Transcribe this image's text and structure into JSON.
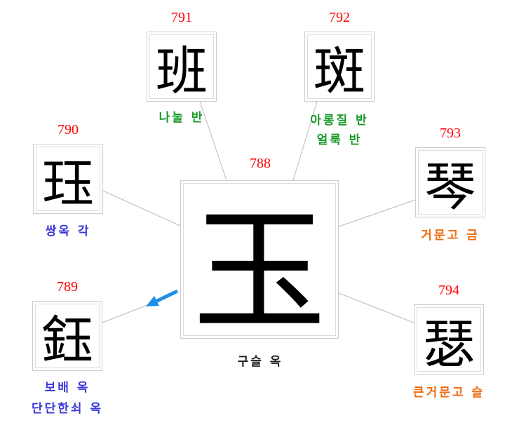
{
  "center": {
    "number": "788",
    "char": "玉",
    "meaning": "구슬 옥"
  },
  "nodes": [
    {
      "id": "n791",
      "number": "791",
      "char": "班",
      "meanings": [
        "나눌 반"
      ],
      "color": "#1a9a2a"
    },
    {
      "id": "n792",
      "number": "792",
      "char": "斑",
      "meanings": [
        "아롱질 반",
        "얼룩 반"
      ],
      "color": "#1a9a2a"
    },
    {
      "id": "n790",
      "number": "790",
      "char": "珏",
      "meanings": [
        "쌍옥 각"
      ],
      "color": "#3a3ad8"
    },
    {
      "id": "n793",
      "number": "793",
      "char": "琴",
      "meanings": [
        "거문고 금"
      ],
      "color": "#f06a10"
    },
    {
      "id": "n789",
      "number": "789",
      "char": "鈺",
      "meanings": [
        "보배 옥",
        "단단한쇠 옥"
      ],
      "color": "#3a3ad8"
    },
    {
      "id": "n794",
      "number": "794",
      "char": "瑟",
      "meanings": [
        "큰거문고 슬"
      ],
      "color": "#f06a10"
    }
  ],
  "arrow_color": "#1e8fe8"
}
